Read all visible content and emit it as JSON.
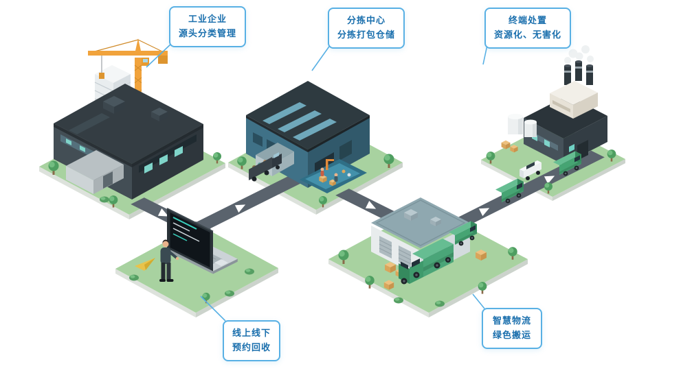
{
  "callouts": {
    "industrial": {
      "line1": "工业企业",
      "line2": "源头分类管理"
    },
    "sorting": {
      "line1": "分拣中心",
      "line2": "分拣打包仓储"
    },
    "terminal": {
      "line1": "终端处置",
      "line2": "资源化、无害化"
    },
    "online": {
      "line1": "线上线下",
      "line2": "预约回收"
    },
    "logistics": {
      "line1": "智慧物流",
      "line2": "绿色搬运"
    }
  },
  "colors": {
    "callout_border": "#58b0e4",
    "callout_text": "#1a6fad",
    "platform_green": "#a8d2a0",
    "road_gray": "#5a636d",
    "crane_yellow": "#f1a33c",
    "truck_green": "#46a473",
    "building_dark": "#343d43",
    "sorting_teal": "#3f7187"
  }
}
